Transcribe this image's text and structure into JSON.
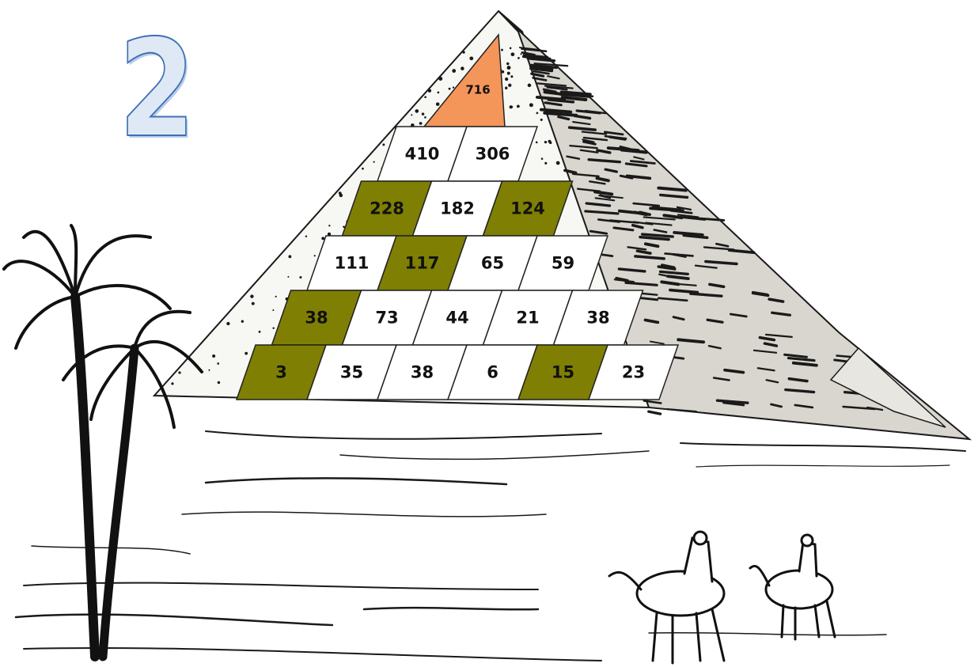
{
  "puzzle_label": "2",
  "colors": {
    "apex": "#f4955a",
    "highlight": "#7f7f04",
    "plain": "#ffffff",
    "border": "#222222",
    "ink": "#1a1a1a"
  },
  "rows": [
    [
      {
        "value": "716",
        "highlight": false
      }
    ],
    [
      {
        "value": "410",
        "highlight": false
      },
      {
        "value": "306",
        "highlight": false
      }
    ],
    [
      {
        "value": "228",
        "highlight": true
      },
      {
        "value": "182",
        "highlight": false
      },
      {
        "value": "124",
        "highlight": true
      }
    ],
    [
      {
        "value": "111",
        "highlight": false
      },
      {
        "value": "117",
        "highlight": true
      },
      {
        "value": "65",
        "highlight": false
      },
      {
        "value": "59",
        "highlight": false
      }
    ],
    [
      {
        "value": "38",
        "highlight": true
      },
      {
        "value": "73",
        "highlight": false
      },
      {
        "value": "44",
        "highlight": false
      },
      {
        "value": "21",
        "highlight": false
      },
      {
        "value": "38",
        "highlight": false
      }
    ],
    [
      {
        "value": "3",
        "highlight": true
      },
      {
        "value": "35",
        "highlight": false
      },
      {
        "value": "38",
        "highlight": false
      },
      {
        "value": "6",
        "highlight": false
      },
      {
        "value": "15",
        "highlight": true
      },
      {
        "value": "23",
        "highlight": false
      }
    ]
  ]
}
